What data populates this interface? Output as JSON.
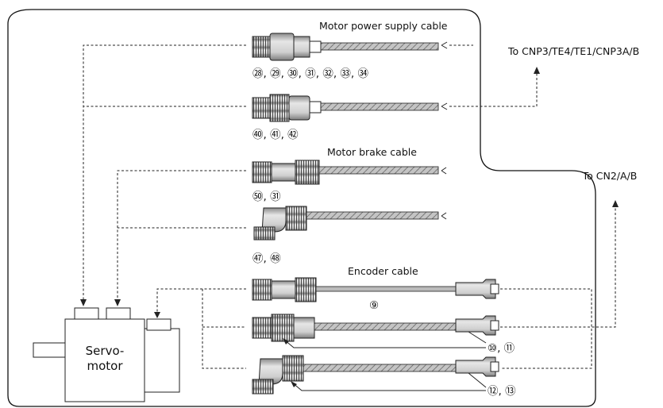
{
  "labels": {
    "motor_power_cable": "Motor power supply cable",
    "motor_power_dest": "To CNP3/TE4/TE1/CNP3A/B",
    "motor_brake_cable": "Motor brake cable",
    "encoder_cable": "Encoder cable",
    "encoder_dest": "To CN2/A/B",
    "servo_motor_line1": "Servo-",
    "servo_motor_line2": "motor"
  },
  "callouts": {
    "power_straight": "㉘, ㉙, ㉚, ㉛, ㉜, ㉝, ㉞",
    "power_straight_alt": "㊵, ㊶, ㊷",
    "brake": "㊿, ㉛",
    "brake_angled": "㊼, ㊽",
    "encoder_direct": "⑨",
    "encoder_straight": "⑩, ⑪",
    "encoder_angled": "⑫, ⑬"
  },
  "colors": {
    "line": "#222222",
    "connector_fill": "#bdbdbd",
    "cable_gray": "#b8b8b8",
    "background": "#ffffff"
  }
}
